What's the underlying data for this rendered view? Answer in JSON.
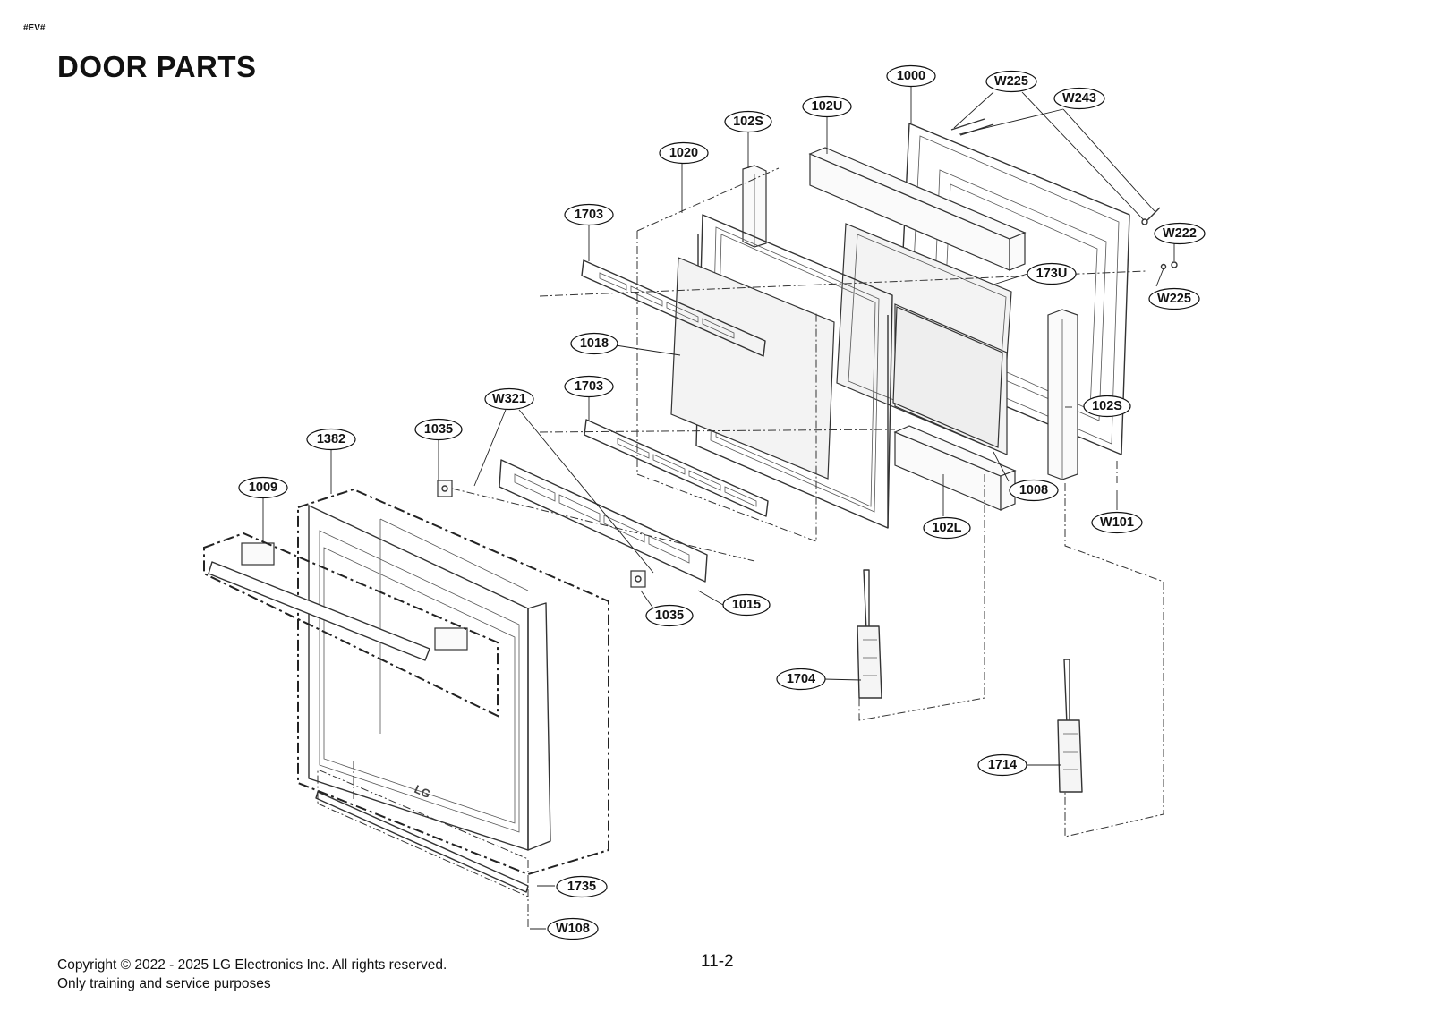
{
  "header": {
    "tag": "#EV#",
    "title": "DOOR PARTS"
  },
  "footer": {
    "copyright": "Copyright © 2022 - 2025 LG Electronics Inc. All rights reserved.",
    "note": "Only training and service purposes",
    "page_number": "11-2"
  },
  "logo_text": "LG",
  "callouts": [
    {
      "id": "c1000",
      "label": "1000"
    },
    {
      "id": "cW225a",
      "label": "W225"
    },
    {
      "id": "cW243",
      "label": "W243"
    },
    {
      "id": "c102U",
      "label": "102U"
    },
    {
      "id": "c102Sa",
      "label": "102S"
    },
    {
      "id": "c1020",
      "label": "1020"
    },
    {
      "id": "cW222",
      "label": "W222"
    },
    {
      "id": "c1703a",
      "label": "1703"
    },
    {
      "id": "c173U",
      "label": "173U"
    },
    {
      "id": "cW225b",
      "label": "W225"
    },
    {
      "id": "c1018",
      "label": "1018"
    },
    {
      "id": "c1703b",
      "label": "1703"
    },
    {
      "id": "cW321",
      "label": "W321"
    },
    {
      "id": "c102Sb",
      "label": "102S"
    },
    {
      "id": "c1035a",
      "label": "1035"
    },
    {
      "id": "c1382",
      "label": "1382"
    },
    {
      "id": "c1008",
      "label": "1008"
    },
    {
      "id": "c1009",
      "label": "1009"
    },
    {
      "id": "cW101",
      "label": "W101"
    },
    {
      "id": "c102L",
      "label": "102L"
    },
    {
      "id": "c1015",
      "label": "1015"
    },
    {
      "id": "c1035b",
      "label": "1035"
    },
    {
      "id": "c1704",
      "label": "1704"
    },
    {
      "id": "c1714",
      "label": "1714"
    },
    {
      "id": "c1735",
      "label": "1735"
    },
    {
      "id": "cW108",
      "label": "W108"
    }
  ]
}
